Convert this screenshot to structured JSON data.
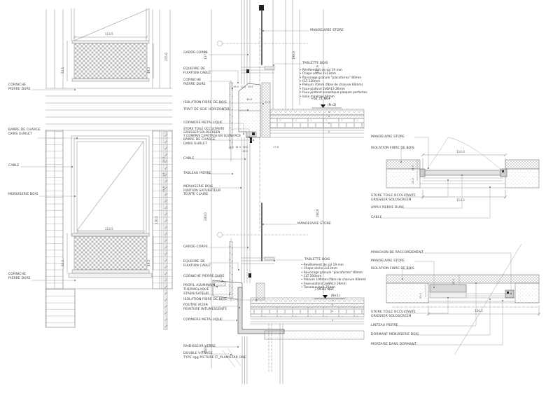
{
  "elevation": {
    "labels": {
      "corniche_upper": "CORNICHE\nPIERRE DURE",
      "barre_charge": "BARRE DE CHARGE\nDANS OURLET",
      "cable": "CABLE",
      "menuiserie": "MENUISERIE BOIS",
      "corniche_lower": "CORNICHE\nPIERRE DURE"
    },
    "dims": {
      "mesh_w": "113.5",
      "win_w": "113.5",
      "mesh_h_l": "52.1",
      "mesh_h_r": "49.3",
      "total_top": "255.0",
      "total_main": "210.5",
      "course": "11.5",
      "joint": "1.5"
    }
  },
  "section": {
    "labels": {
      "garde_corps_1": "GARDE-CORPS",
      "equerre_1": "EQUERRE DE\nFIXATION CABLE",
      "corniche_1": "CORNICHE\nPIERRE DURE",
      "isolation_1": "ISOLATION FIBRE DE BOIS",
      "trait_scie": "TRAIT DE SCIE HORIZONTAL",
      "corniere_1": "CORNIERE METALLIQUE",
      "store_toile": "STORE TOILE OCCULTANTE\nGRIESSER SOLOSCREEN\nY COMPRIS CAPOTAGE EN SOUS-FACE",
      "barre_charge": "BARRE DE CHARGE\nDANS OURLET",
      "cable": "CABLE",
      "tableau_pierre": "TABLEAU PIERRE",
      "menuiserie": "MENUISERIE BOIS\nFINITION SATURATEUR\nTEINTE CLAIRE",
      "garde_corps_2": "GARDE-CORPS",
      "equerre_2": "EQUERRE DE\nFIXATION CABLE",
      "corniche_2": "CORNICHE PIERRE DURE",
      "profil_alu": "PROFIL ALUMINIUM\nTHERMOLAQUE",
      "stabilisateur": "STABILISATEUR",
      "isolation_2": "ISOLATION FIBRE DE BOIS",
      "poutre_acier": "POUTRE ACIER\nPEINTURE INTUMESCENTE",
      "corniere_2": "CORNIERE METALLIQUE",
      "raidisseur": "RAIDISSEUR VERRE",
      "double_vitrage": "DOUBLE VITRAGE\nTYPE sgg PICTURE IT_PLANISTAR ONE",
      "manoeuvre_1": "MANOEUVRE STORE",
      "tablette_1": "TABLETTE BOIS",
      "manoeuvre_2": "MANOEUVRE STORE",
      "tablette_2": "TABLETTE BOIS"
    },
    "floor_n2": {
      "items": [
        "Revêtement de sol 19 mm",
        "Chape sèche 2x13mm",
        "Ravoirage granule \"placoforma\" 80mm",
        "CLT 120mm",
        "Plénum 70mm (fibre de chanvre 60mm)",
        "Faux-plafond 2xBA13 26mm",
        "Faux-plafond acoustique plaques perforées",
        "laine minérale 60mm"
      ],
      "level": "+62.71 NGF",
      "storey": "(N+2)"
    },
    "floor_n1": {
      "items": [
        "Revêtement de sol 19 mm",
        "Chape sèche 2x13mm",
        "Ravoirage granule \"placoforma\" 80mm",
        "CLT 200mm",
        "Plénum 190mm (fibre de chanvre 60mm)",
        "Faux-plafond 2xBA13 26mm",
        "Tasseaux bois 25mm"
      ],
      "level": "+59.82 NGF",
      "storey": "(N+1)"
    },
    "dims": {
      "h_top_l": "137.0",
      "h_top_m": "190.0",
      "h_top_r": "247.9",
      "h_mid_l": "203.0",
      "h_mid_r": "260.0",
      "h_bot": "143.0",
      "head": "16.0  15.2  20.9",
      "head_block": "36.6",
      "head_iso": "13.5",
      "sill": "1.0  14.5  18.0",
      "sill_r": "17.8",
      "sill_total": "33.5"
    }
  },
  "detail_top": {
    "labels": {
      "manoeuvre": "MANOEUVRE STORE",
      "isolation": "ISOLATION FIBRE DE BOIS",
      "store_toile": "STORE TOILE OCCULTANTE\nGRIESSER SOLOSCREEN",
      "appui": "APPUI PIERRE DURE",
      "cable": "CABLE"
    },
    "dims": {
      "w_top": "114.0",
      "w_bot": "113.3",
      "v1": "14.0",
      "v2": "25.0"
    }
  },
  "detail_bottom": {
    "labels": {
      "manchon": "MANCHON DE RACCORDEMENT",
      "manoeuvre": "MANOEUVRE STORE",
      "isolation": "ISOLATION FIBRE DE BOIS",
      "store_toile": "STORE TOILE OCCULTANTE\nGRIESSER SOLOSCREEN",
      "linteau": "LINTEAU PIERRE",
      "dormant": "DORMANT MENUISERIE BOIS",
      "mortaise": "MORTAISE DANS DORMANT"
    },
    "dims": {
      "w": "150.5",
      "v1": "23.0",
      "v2": "25.0"
    }
  }
}
